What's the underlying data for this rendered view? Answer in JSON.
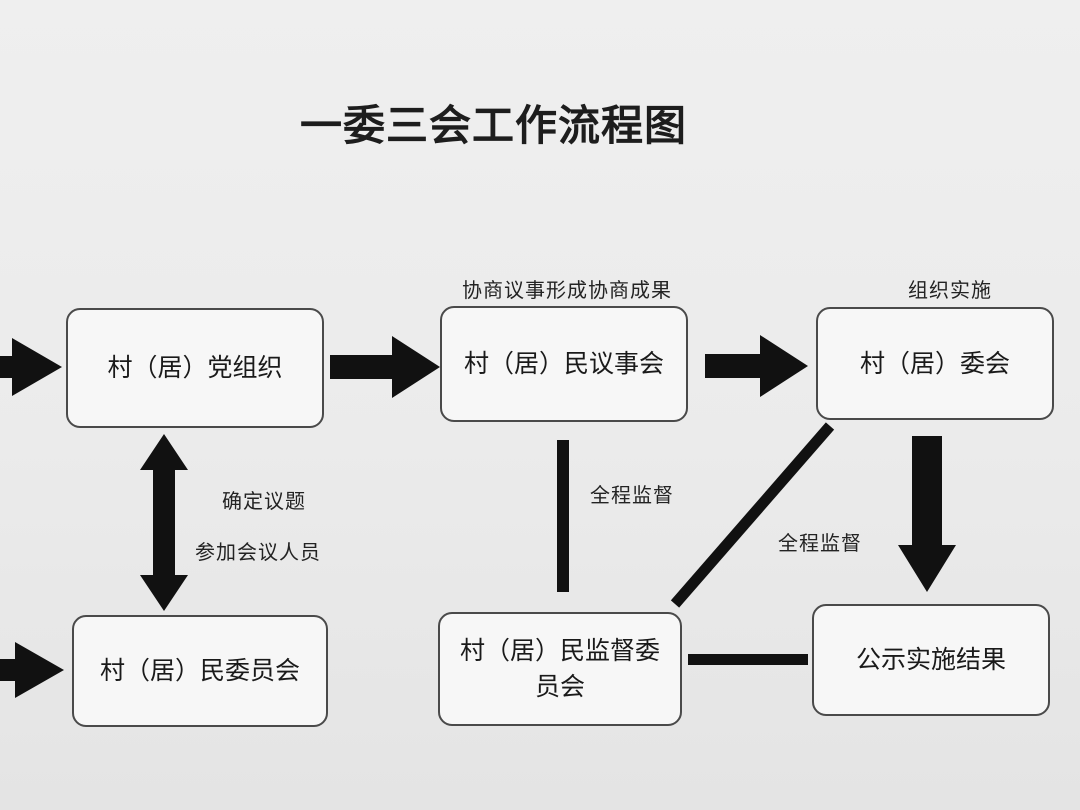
{
  "title": "一委三会工作流程图",
  "nodes": {
    "party_org": "村（居）党组织",
    "council": "村（居）民议事会",
    "committee": "村（居）委会",
    "villager_committee": "村（居）民委员会",
    "supervision_line1": "村（居）民监督委",
    "supervision_line2": "员会",
    "publicity": "公示实施结果"
  },
  "labels": {
    "consult": "协商议事形成协商成果",
    "implement": "组织实施",
    "topic": "确定议题",
    "participants": "参加会议人员",
    "supervise_center": "全程监督",
    "supervise_right": "全程监督"
  },
  "colors": {
    "arrow": "#111111",
    "box_border": "#4a4a4a",
    "box_fill": "#f7f7f7"
  }
}
